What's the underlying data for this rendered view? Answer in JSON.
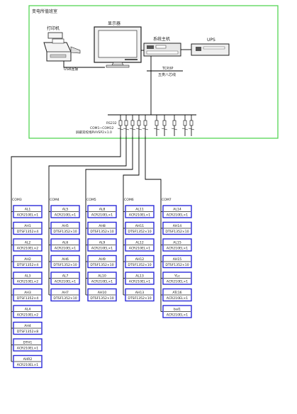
{
  "room": {
    "title": "变电所值班室",
    "border_color": "#55d555"
  },
  "equipment": {
    "printer_label": "打印机",
    "monitor_label": "显示器",
    "host_label": "系统主机",
    "ups_label": "UPS",
    "usb_label": "USB连接",
    "tcpip_label": "TCP/IP",
    "ethernet_label": "五类八芯线",
    "converter_label": "COM1~COM12",
    "rs232_label": "RS232",
    "cable_label": "屏蔽双绞线RVVSP2×1.0"
  },
  "groups": [
    {
      "com": "COM3",
      "devices": [
        {
          "name": "AL1",
          "model": "ACR210EL×1"
        },
        {
          "name": "AH1",
          "model": "DTSF1352×4"
        },
        {
          "name": "AL2",
          "model": "ACR210EL×2"
        },
        {
          "name": "AH2",
          "model": "DTSF1352×4"
        },
        {
          "name": "AL3",
          "model": "ACR210EL×2"
        },
        {
          "name": "AH3",
          "model": "DTSF1352×4"
        },
        {
          "name": "AL4",
          "model": "ACR210EL×2"
        },
        {
          "name": "AH4",
          "model": "DTSF1352×8"
        },
        {
          "name": "DTH1",
          "model": "ACR210EL×1"
        },
        {
          "name": "AHR2",
          "model": "ACR210EL×1"
        }
      ]
    },
    {
      "com": "COM4",
      "devices": [
        {
          "name": "AL5",
          "model": "ACR210EL×1"
        },
        {
          "name": "AH5",
          "model": "DTSF1352×10"
        },
        {
          "name": "AL6",
          "model": "ACR210EL×1"
        },
        {
          "name": "AH6",
          "model": "DTSF1352×10"
        },
        {
          "name": "AL7",
          "model": "ACR210EL×1"
        },
        {
          "name": "AH7",
          "model": "DTSF1352×10"
        }
      ]
    },
    {
      "com": "COM5",
      "devices": [
        {
          "name": "AL8",
          "model": "ACR210EL×1"
        },
        {
          "name": "AH8",
          "model": "DTSF1352×10"
        },
        {
          "name": "AL9",
          "model": "ACR210EL×1"
        },
        {
          "name": "AH9",
          "model": "DTSF1352×10"
        },
        {
          "name": "AL10",
          "model": "ACR210EL×1"
        },
        {
          "name": "AH10",
          "model": "DTSF1352×10"
        }
      ]
    },
    {
      "com": "COM6",
      "devices": [
        {
          "name": "AL11",
          "model": "ACR210EL×1"
        },
        {
          "name": "AH11",
          "model": "DTSF1352×10"
        },
        {
          "name": "AL12",
          "model": "ACR210EL×1"
        },
        {
          "name": "AH12",
          "model": "DTSF1352×10"
        },
        {
          "name": "AL13",
          "model": "ACR210EL×1"
        },
        {
          "name": "AH13",
          "model": "DTSF1352×10"
        }
      ]
    },
    {
      "com": "COM7",
      "devices": [
        {
          "name": "AL14",
          "model": "ACR210EL×1"
        },
        {
          "name": "AH14",
          "model": "DTSF1352×10"
        },
        {
          "name": "AL15",
          "model": "ACR210EL×1"
        },
        {
          "name": "AH15",
          "model": "DTSF1352×10"
        },
        {
          "name": "YLc",
          "model": "ACR210EL×1"
        },
        {
          "name": "ATc16",
          "model": "ACR210EL×1"
        },
        {
          "name": "bal1",
          "model": "ACR210EL×1"
        }
      ]
    }
  ]
}
